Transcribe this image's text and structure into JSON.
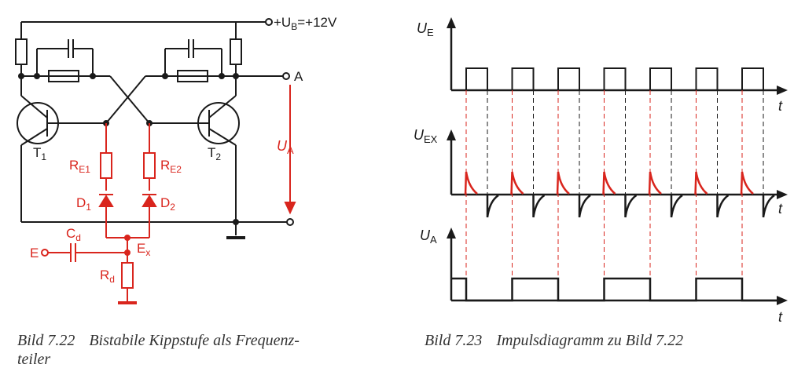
{
  "colors": {
    "ink": "#1a1a1a",
    "red": "#d9251d"
  },
  "circuit": {
    "supply": "+U",
    "supply_sub": "B",
    "supply_value": "=+12V",
    "output": "A",
    "ua": "U",
    "ua_sub": "A",
    "t1": "T",
    "t1_sub": "1",
    "t2": "T",
    "t2_sub": "2",
    "re1": "R",
    "re1_sub": "E1",
    "re2": "R",
    "re2_sub": "E2",
    "d1": "D",
    "d1_sub": "1",
    "d2": "D",
    "d2_sub": "2",
    "cd": "C",
    "cd_sub": "d",
    "rd": "R",
    "rd_sub": "d",
    "ex": "E",
    "ex_sub": "x",
    "e_input": "E"
  },
  "timing": {
    "ue": "U",
    "ue_sub": "E",
    "uex": "U",
    "uex_sub": "EX",
    "ua": "U",
    "ua_sub": "A",
    "t_label": "t",
    "pulse_count": 7
  },
  "captions": {
    "left_num": "Bild 7.22",
    "left_text": "Bistabile Kippstufe als Frequenz-",
    "left_text2": "teiler",
    "right_num": "Bild   7.23",
    "right_text": "Impulsdiagramm zu Bild 7.22"
  }
}
